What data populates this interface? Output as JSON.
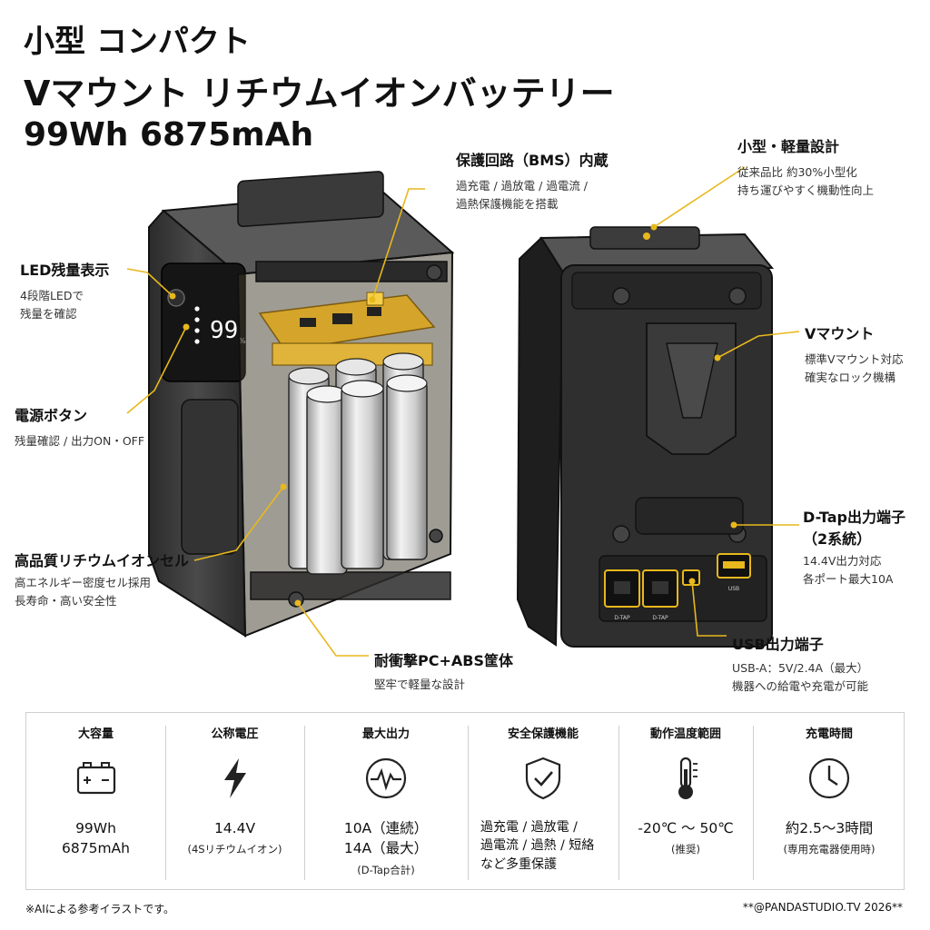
{
  "title": {
    "line1": "小型 コンパクト",
    "line2": "Vマウント リチウムイオンバッテリー",
    "line3": "99Wh 6875mAh"
  },
  "display": {
    "value": "99",
    "unit": "%"
  },
  "ports": {
    "dtap1": "D-TAP",
    "dtap2": "D-TAP",
    "usb": "USB"
  },
  "callouts": {
    "bms": {
      "head": "保護回路（BMS）内蔵",
      "desc1": "過充電 / 過放電 / 過電流 /",
      "desc2": "過熱保護機能を搭載"
    },
    "compact": {
      "head": "小型・軽量設計",
      "desc1": "従来品比 約30%小型化",
      "desc2": "持ち運びやすく機動性向上"
    },
    "led": {
      "head": "LED残量表示",
      "desc1": "4段階LEDで",
      "desc2": "残量を確認"
    },
    "power": {
      "head": "電源ボタン",
      "desc1": "残量確認 / 出力ON・OFF"
    },
    "cells": {
      "head": "高品質リチウムイオンセル",
      "desc1": "高エネルギー密度セル採用",
      "desc2": "長寿命・高い安全性"
    },
    "case": {
      "head": "耐衝撃PC+ABS筐体",
      "desc1": "堅牢で軽量な設計"
    },
    "vmount": {
      "head": "Vマウント",
      "desc1": "標準Vマウント対応",
      "desc2": "確実なロック機構"
    },
    "dtap": {
      "head1": "D-Tap出力端子",
      "head2": "（2系統）",
      "desc1": "14.4V出力対応",
      "desc2": "各ポート最大10A"
    },
    "usb": {
      "head": "USB出力端子",
      "desc1": "USB-A：5V/2.4A（最大）",
      "desc2": "機器への給電や充電が可能"
    }
  },
  "specs": [
    {
      "header": "大容量",
      "icon": "battery-icon",
      "line1": "99Wh",
      "line2": "6875mAh",
      "note": ""
    },
    {
      "header": "公称電圧",
      "icon": "lightning-icon",
      "line1": "14.4V",
      "line2": "",
      "note": "(4Sリチウムイオン)"
    },
    {
      "header": "最大出力",
      "icon": "pulse-icon",
      "line1": "10A（連続）",
      "line2": "14A（最大）",
      "note": "(D-Tap合計)"
    },
    {
      "header": "安全保護機能",
      "icon": "shield-check-icon",
      "line1": "過充電 / 過放電 /",
      "line2": "過電流 / 過熱 / 短絡",
      "line3": "など多重保護",
      "note": ""
    },
    {
      "header": "動作温度範囲",
      "icon": "thermometer-icon",
      "line1": "-20℃ 〜 50℃",
      "line2": "",
      "note": "(推奨)"
    },
    {
      "header": "充電時間",
      "icon": "clock-icon",
      "line1": "約2.5〜3時間",
      "line2": "",
      "note": "(専用充電器使用時)"
    }
  ],
  "footer": {
    "left": "※AIによる参考イラストです。",
    "right": "**@PANDASTUDIO.TV 2026**"
  },
  "colors": {
    "accent": "#e8b81c",
    "dark": "#2a2a2a",
    "body": "#3a3a3a"
  }
}
